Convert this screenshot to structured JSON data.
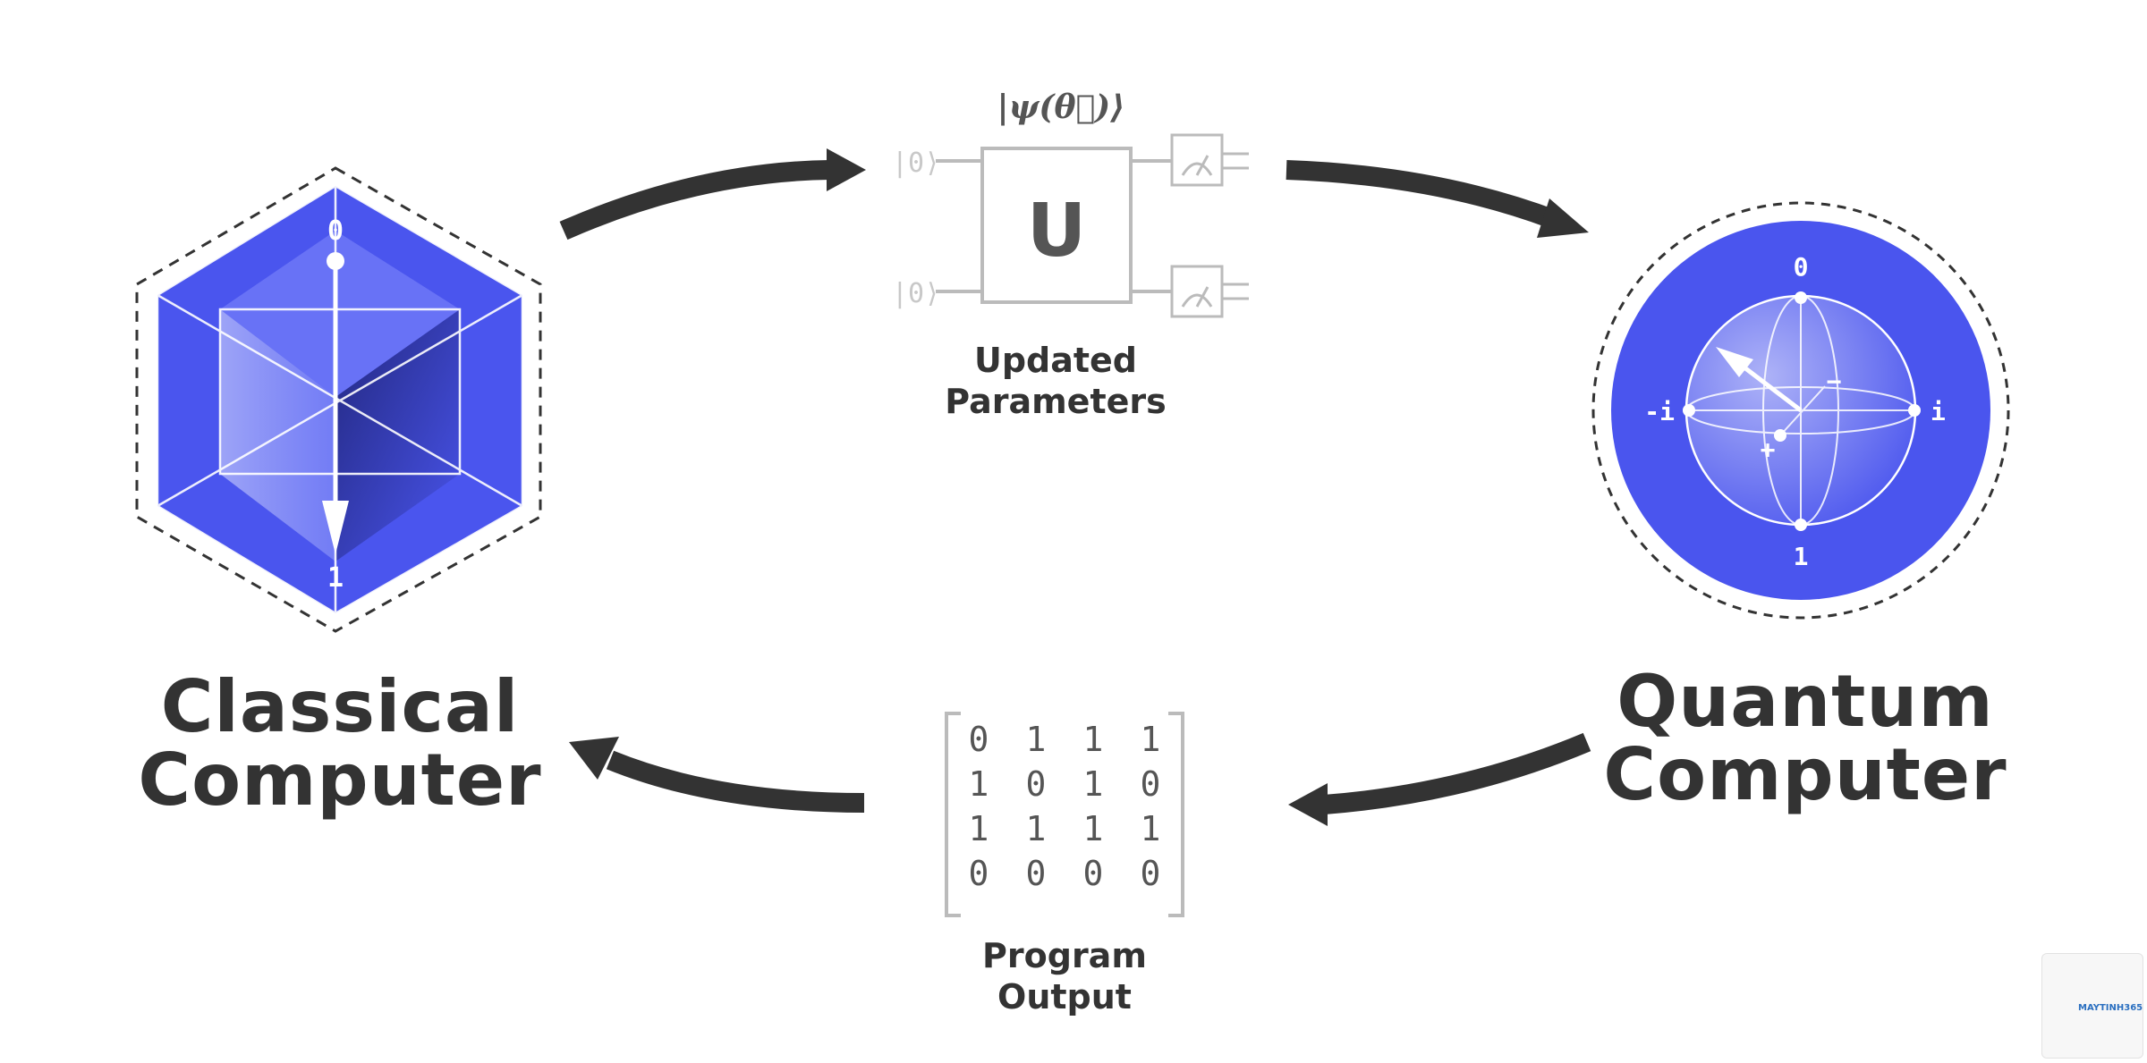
{
  "classical": {
    "line1": "Classical",
    "line2": "Computer",
    "top_state": "0",
    "bottom_state": "1"
  },
  "quantum": {
    "line1": "Quantum",
    "line2": "Computer",
    "labels": {
      "top": "0",
      "bottom": "1",
      "left": "-i",
      "right": "i",
      "plus": "+",
      "minus": "−"
    }
  },
  "circuit": {
    "state_label": "|ψ(θ⃗)⟩",
    "input1": "|0⟩",
    "input2": "|0⟩",
    "gate": "U",
    "caption_line1": "Updated",
    "caption_line2": "Parameters"
  },
  "output": {
    "caption_line1": "Program",
    "caption_line2": "Output",
    "matrix": [
      [
        "0",
        "1",
        "1",
        "1"
      ],
      [
        "1",
        "0",
        "1",
        "0"
      ],
      [
        "1",
        "1",
        "1",
        "1"
      ],
      [
        "0",
        "0",
        "0",
        "0"
      ]
    ]
  },
  "watermark": {
    "text": "MAYTINH365"
  },
  "colors": {
    "accent_blue": "#4a55ee",
    "arrow": "#333333",
    "text": "#333333",
    "circuit_gray": "#bbbbbb"
  }
}
